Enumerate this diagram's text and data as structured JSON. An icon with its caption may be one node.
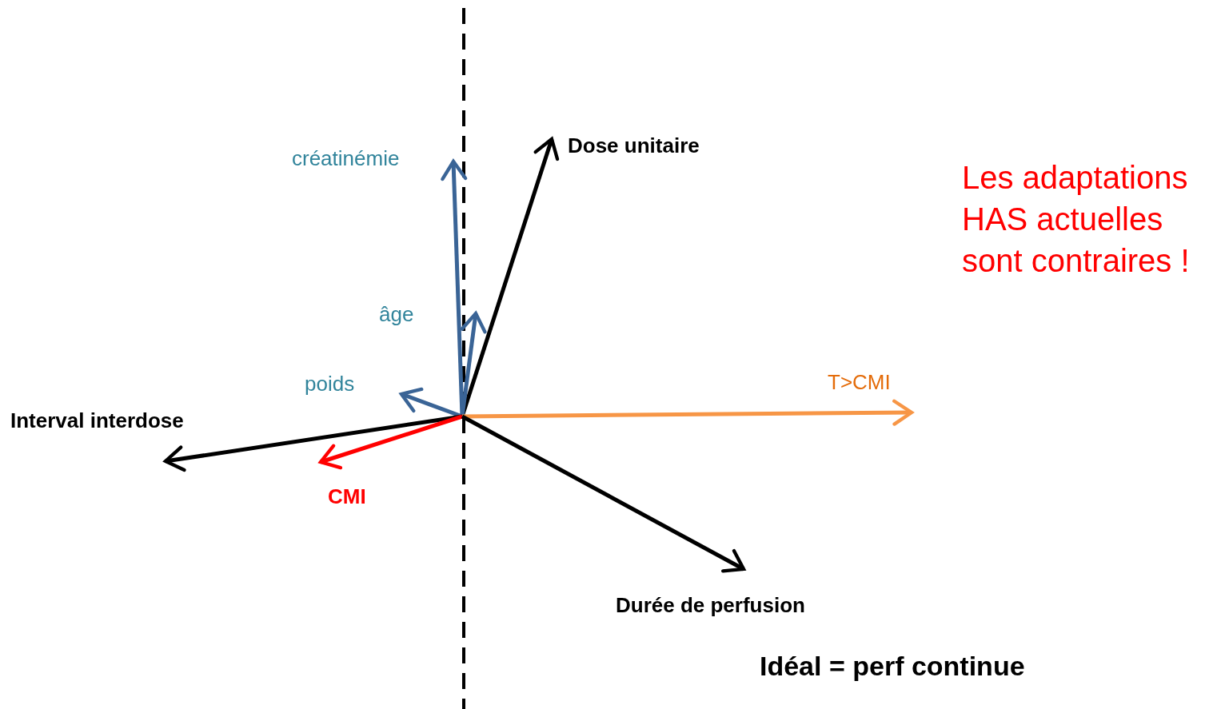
{
  "diagram": {
    "nodes": [
      {
        "text": [
          "créatinémie"
        ]
      },
      {
        "text": [
          "Dose unitaire"
        ]
      },
      {
        "text": [
          "âge"
        ]
      },
      {
        "text": [
          "poids"
        ]
      },
      {
        "text": [
          "T>CMI"
        ]
      },
      {
        "text": [
          "Interval interdose"
        ]
      },
      {
        "text": [
          "CMI"
        ]
      },
      {
        "text": [
          "Durée de perfusion"
        ]
      }
    ],
    "edges": [
      {
        "from": null,
        "to": 0,
        "arrow": "to",
        "color": "#3a6496"
      },
      {
        "from": null,
        "to": 1,
        "arrow": "to",
        "color": "#000000"
      },
      {
        "from": null,
        "to": 2,
        "arrow": "to",
        "color": "#3a6496"
      },
      {
        "from": null,
        "to": 3,
        "arrow": "to",
        "color": "#3a6496"
      },
      {
        "from": null,
        "to": 4,
        "arrow": "to",
        "color": "#f79646"
      },
      {
        "from": null,
        "to": 5,
        "arrow": "to",
        "color": "#000000"
      },
      {
        "from": null,
        "to": 6,
        "arrow": "to",
        "color": "#ff0000"
      },
      {
        "from": null,
        "to": 7,
        "arrow": "to",
        "color": "#000000"
      }
    ],
    "labels": [
      "Les adaptations HAS actuelles sont contraires !",
      "Idéal = perf continue"
    ]
  }
}
